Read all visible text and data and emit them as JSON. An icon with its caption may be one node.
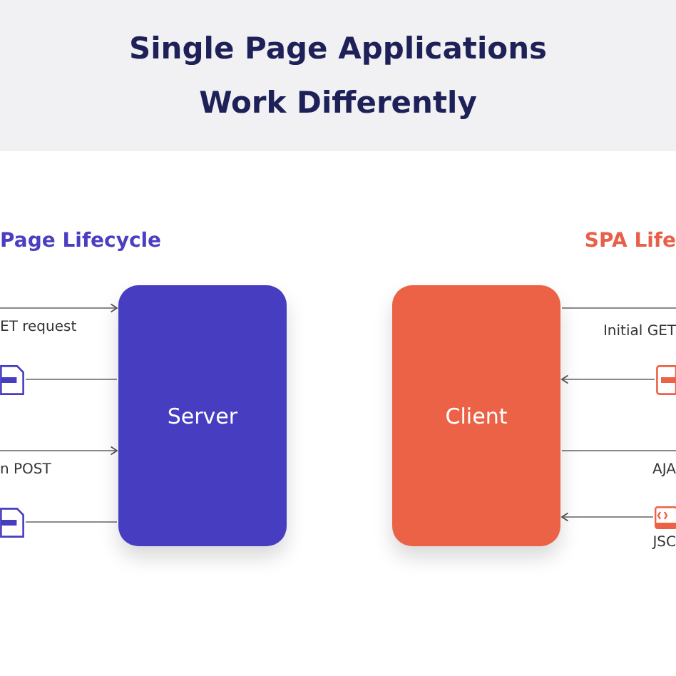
{
  "diagram": {
    "title": "Single Page Applications Work Differently",
    "nodes": [
      {
        "text": [
          "Server"
        ]
      },
      {
        "text": [
          "Client"
        ]
      },
      {
        "text": [],
        "shape": "document"
      },
      {
        "text": [],
        "shape": "document"
      },
      {
        "text": [],
        "shape": "document"
      },
      {
        "text": [],
        "shape": "document"
      }
    ],
    "edges": [
      {
        "from": null,
        "to": 0,
        "arrow": "to"
      },
      {
        "from": 2,
        "to": 0,
        "arrow": "none"
      },
      {
        "from": null,
        "to": 0,
        "arrow": "to"
      },
      {
        "from": 3,
        "to": 0,
        "arrow": "none"
      },
      {
        "from": null,
        "to": 1,
        "arrow": "none"
      },
      {
        "from": 4,
        "to": 1,
        "arrow": "to"
      },
      {
        "from": null,
        "to": 1,
        "arrow": "none"
      },
      {
        "from": 5,
        "to": 1,
        "arrow": "to"
      }
    ],
    "labels": [
      "Page Lifecycle",
      "SPA Life",
      "ET request",
      "Initial GET",
      "n POST",
      "AJA",
      "JSC"
    ]
  }
}
